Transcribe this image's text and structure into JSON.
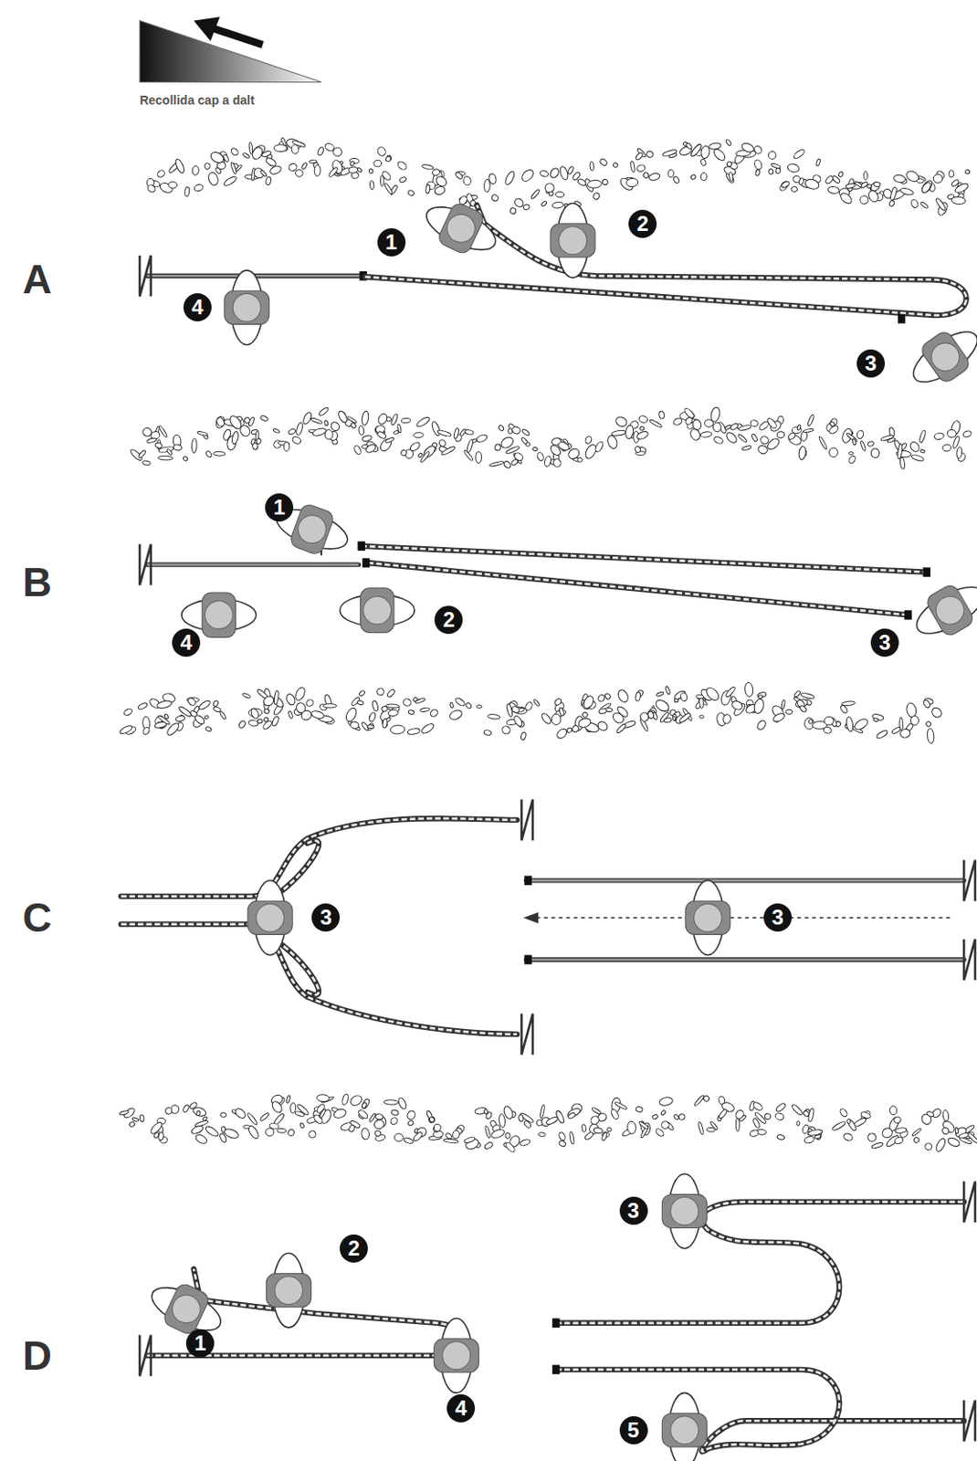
{
  "diagram": {
    "labels": [
      "Recollida cap a dalt",
      "A",
      "1",
      "2",
      "3",
      "4",
      "B",
      "1",
      "4",
      "2",
      "3",
      "C",
      "3",
      "3",
      "D",
      "2",
      "1",
      "4",
      "3",
      "5"
    ]
  }
}
